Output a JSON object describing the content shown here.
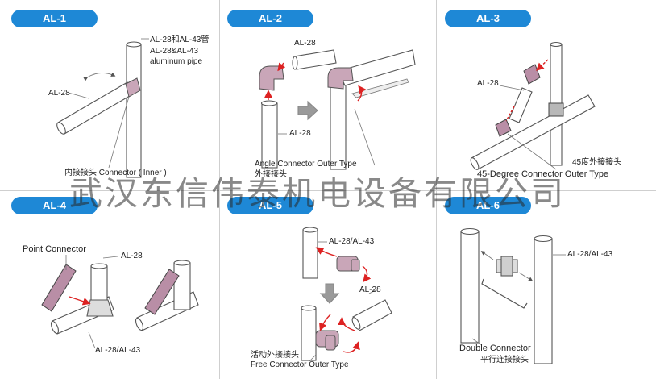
{
  "badges": [
    "AL-1",
    "AL-2",
    "AL-3",
    "AL-4",
    "AL-5",
    "AL-6"
  ],
  "al1": {
    "label_top_cn": "AL-28和AL-43管",
    "label_top_en1": "AL-28&AL-43",
    "label_top_en2": "aluminum pipe",
    "label_left": "AL-28",
    "caption": "内接接头 Connector ( Inner )"
  },
  "al2": {
    "label_top": "AL-28",
    "label_bottom": "AL-28",
    "caption_en": "Angle Connector Outer Type",
    "caption_cn": "外接接头"
  },
  "al3": {
    "label_left": "AL-28",
    "caption_cn": "45度外接接头",
    "caption_en": "45-Degree Connector Outer Type"
  },
  "al4": {
    "point_connector": "Point Connector",
    "label_top": "AL-28",
    "label_bottom": "AL-28/AL-43"
  },
  "al5": {
    "label_top": "AL-28/AL-43",
    "label_right": "AL-28",
    "caption_cn": "活动外接接头",
    "caption_en": "Free Connector Outer Type"
  },
  "al6": {
    "label_right": "AL-28/AL-43",
    "caption_en": "Double Connector",
    "caption_cn": "平行连接接头"
  },
  "watermark": "武汉东信伟泰机电设备有限公司",
  "colors": {
    "badge": "#1e88d6",
    "connector": "#c9a6b8",
    "arrow": "#d22222",
    "divider": "#cfcfcf"
  }
}
